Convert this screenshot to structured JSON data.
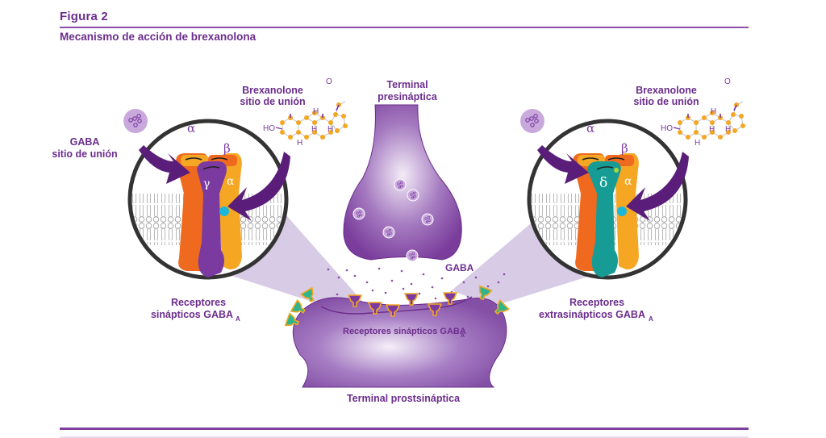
{
  "figure": {
    "label": "Figura 2",
    "title": "Mecanismo de acción de brexanolona"
  },
  "diagram": {
    "presynaptic_label_line1": "Terminal",
    "presynaptic_label_line2": "presináptica",
    "postsynaptic_label": "Terminal prostsináptica",
    "gaba_label": "GABA",
    "synaptic_receptors_inner_label": "Receptores sinápticos GABA",
    "synaptic_receptors_inner_sub": "A",
    "left_panel": {
      "gaba_site_line1": "GABA",
      "gaba_site_line2": "sitio de unión",
      "brex_site_line1": "Brexanolone",
      "brex_site_line2": "sitio de unión",
      "subunits": [
        "α",
        "β",
        "γ",
        "α"
      ],
      "caption_line1": "Receptores",
      "caption_line2": "sinápticos GABA",
      "caption_sub": "A"
    },
    "right_panel": {
      "brex_site_line1": "Brexanolone",
      "brex_site_line2": "sitio de unión",
      "subunits": [
        "α",
        "β",
        "δ",
        "α"
      ],
      "caption_line1": "Receptores",
      "caption_line2": "extrasinápticos GABA",
      "caption_sub": "A"
    },
    "molecule": {
      "ho": "HO",
      "h": "H",
      "o": "O"
    },
    "colors": {
      "brand_purple": "#6b2d8c",
      "neuron_purple": "#8a4ea8",
      "arrow_purple": "#5a1d7a",
      "alpha_orange": "#f5a623",
      "beta_orange": "#ef6a1f",
      "gamma_purple": "#7a3aa0",
      "delta_teal": "#179c95",
      "receptor_teal": "#2fb58c",
      "binding_cyan": "#1ab8d8",
      "cone_lilac": "#c9b6dc"
    }
  }
}
